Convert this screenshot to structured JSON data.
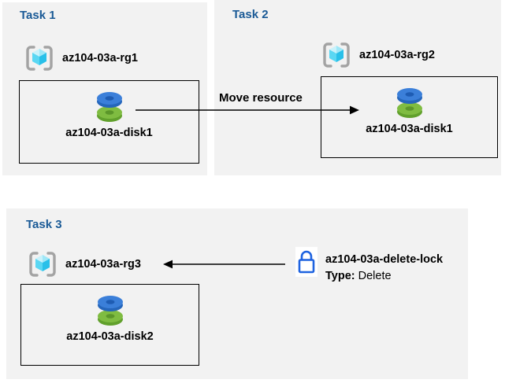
{
  "colors": {
    "panel_bg": "#f2f2f2",
    "task_title": "#1a5a96",
    "box_border": "#000000",
    "arrow": "#000000",
    "disk_blue": "#3b7fd9",
    "disk_blue_dark": "#2062b4",
    "disk_green": "#7fbc41",
    "disk_green_dark": "#61a02c",
    "cube_top_light": "#c9f2fb",
    "cube_top": "#9fe7f7",
    "cube_left": "#5ad7f3",
    "cube_right": "#29c0e9",
    "bracket_gray": "#a3a3a3",
    "lock_blue": "#1e63e0"
  },
  "tasks": [
    {
      "title": "Task 1",
      "resource_group": "az104-03a-rg1",
      "resource": "az104-03a-disk1"
    },
    {
      "title": "Task 2",
      "resource_group": "az104-03a-rg2",
      "resource": "az104-03a-disk1"
    },
    {
      "title": "Task 3",
      "resource_group": "az104-03a-rg3",
      "resource": "az104-03a-disk2"
    }
  ],
  "move_arrow": {
    "label": "Move resource"
  },
  "lock": {
    "name": "az104-03a-delete-lock",
    "type_label": "Type:",
    "type_value": "Delete"
  }
}
